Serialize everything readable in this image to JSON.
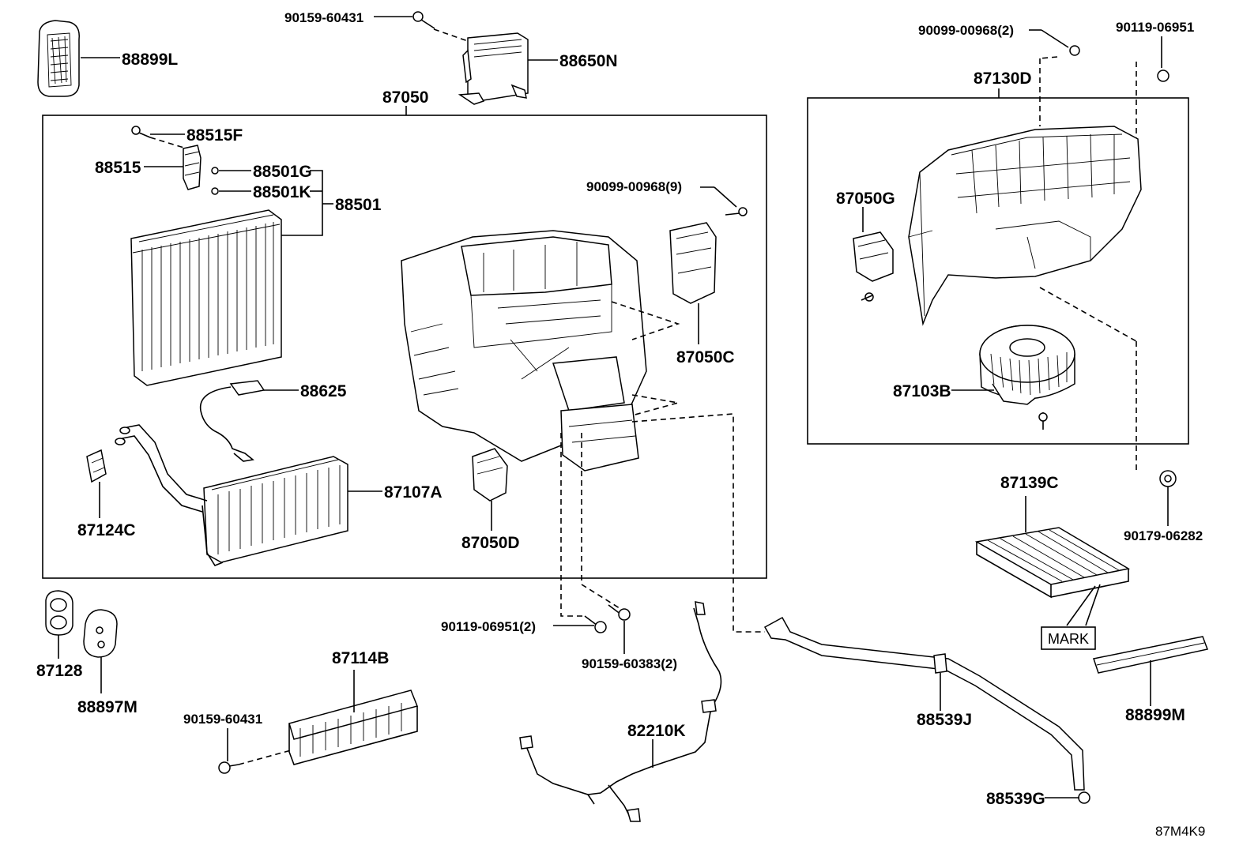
{
  "labels": {
    "p88899L": "88899L",
    "p90159_60431_top": "90159-60431",
    "p88650N": "88650N",
    "p87050": "87050",
    "p88515F": "88515F",
    "p88515": "88515",
    "p88501G": "88501G",
    "p88501K": "88501K",
    "p88501": "88501",
    "p90099_00968_9": "90099-00968(9)",
    "p87050C": "87050C",
    "p88625": "88625",
    "p87107A": "87107A",
    "p87124C": "87124C",
    "p87050D": "87050D",
    "p90099_00968_2": "90099-00968(2)",
    "p90119_06951_top": "90119-06951",
    "p87130D": "87130D",
    "p87050G": "87050G",
    "p87103B": "87103B",
    "p87139C": "87139C",
    "p90179_06282": "90179-06282",
    "p90119_06951_2": "90119-06951(2)",
    "p90159_60383_2": "90159-60383(2)",
    "p87128": "87128",
    "p88897M": "88897M",
    "p87114B": "87114B",
    "p90159_60431_bot": "90159-60431",
    "p82210K": "82210K",
    "p88539J": "88539J",
    "p88899M": "88899M",
    "p88539G": "88539G",
    "mark": "MARK",
    "code": "87M4K9"
  }
}
